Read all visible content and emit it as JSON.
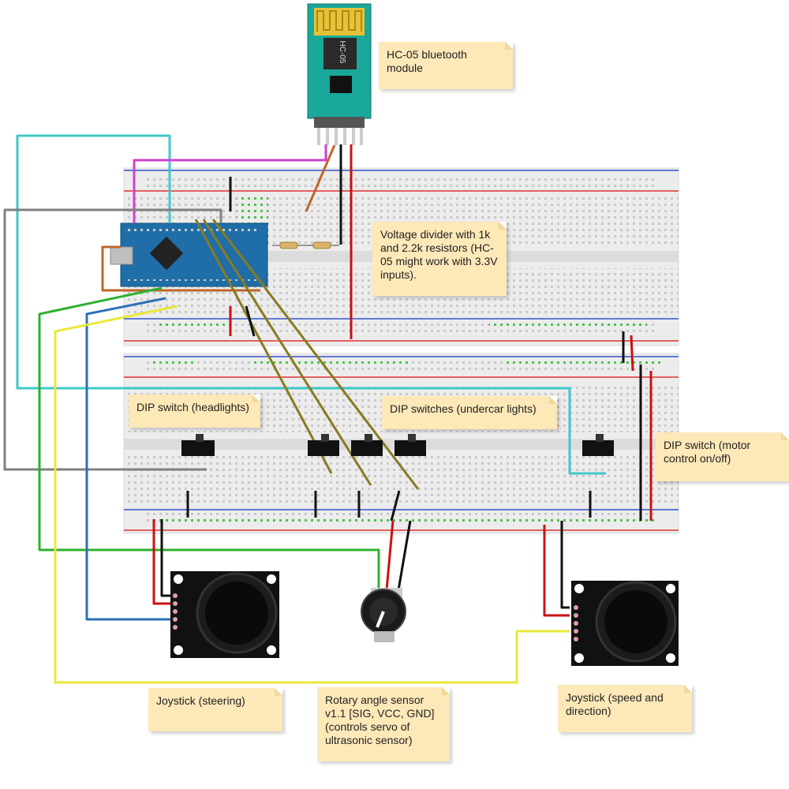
{
  "diagram": {
    "bt_chip_label": "HC-05",
    "annotations": {
      "hc05": "HC-05 bluetooth module",
      "divider": "Voltage divider with 1k and 2.2k resistors (HC-05 might work with 3.3V inputs).",
      "dip_headlights": "DIP switch (headlights)",
      "dip_undercar": "DIP switches (undercar lights)",
      "dip_motor": "DIP switch (motor control on/off)",
      "joystick_steering": "Joystick (steering)",
      "rotary": "Rotary angle sensor v1.1 [SIG, VCC, GND] (controls servo of ultrasonic sensor)",
      "joystick_speed": "Joystick (speed and direction)"
    },
    "colors": {
      "breadboard": "#f0f0f0",
      "rail_red": "#d33",
      "rail_blue": "#35c",
      "arduino": "#1f6ea8",
      "hc05_board": "#1aa89a",
      "note_bg": "#fde8b8",
      "wire_red": "#cc1111",
      "wire_black": "#111111",
      "wire_cyan": "#40c8c8",
      "wire_magenta": "#d040d0",
      "wire_gray": "#808080",
      "wire_brown": "#c0652a",
      "wire_green": "#2fb02f",
      "wire_blue": "#2e6fb8",
      "wire_yellow": "#e8e83a",
      "wire_olive": "#8a7a20"
    }
  }
}
